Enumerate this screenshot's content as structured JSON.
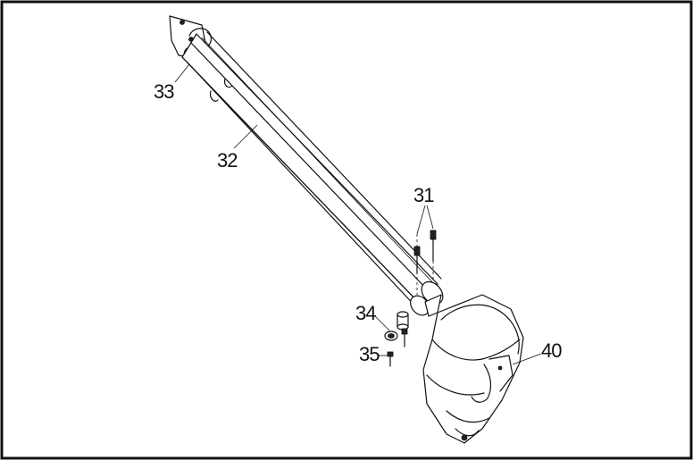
{
  "labels": {
    "l31": "31",
    "l32": "32",
    "l33": "33",
    "l34": "34",
    "l35": "35",
    "l40": "40"
  }
}
